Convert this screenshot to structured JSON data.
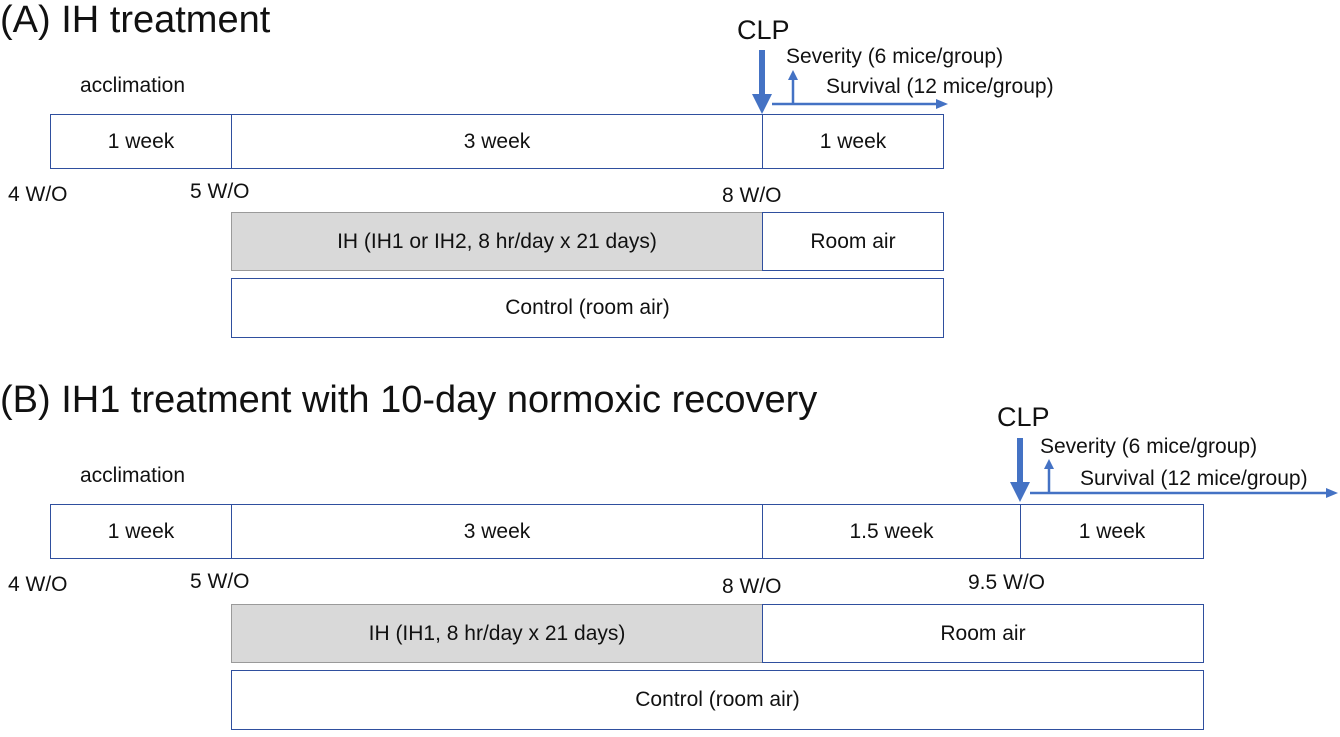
{
  "panel_a": {
    "title": "(A) IH treatment",
    "acclimation": "acclimation",
    "clp": "CLP",
    "severity": "Severity (6 mice/group)",
    "survival": "Survival (12 mice/group)",
    "timeline": [
      "1 week",
      "3 week",
      "1 week"
    ],
    "ticks": [
      "4 W/O",
      "5 W/O",
      "8 W/O"
    ],
    "ih_box": "IH (IH1 or IH2, 8 hr/day x 21 days)",
    "room_air": "Room air",
    "control": "Control (room air)"
  },
  "panel_b": {
    "title": "(B) IH1 treatment with 10-day normoxic recovery",
    "acclimation": "acclimation",
    "clp": "CLP",
    "severity": "Severity (6 mice/group)",
    "survival": "Survival (12 mice/group)",
    "timeline": [
      "1 week",
      "3 week",
      "1.5 week",
      "1 week"
    ],
    "ticks": [
      "4 W/O",
      "5 W/O",
      "8 W/O",
      "9.5 W/O"
    ],
    "ih_box": "IH (IH1, 8 hr/day x 21 days)",
    "room_air": "Room air",
    "control": "Control (room air)"
  },
  "colors": {
    "arrow": "#4472c4",
    "box_border": "#2f4f9e",
    "ih_fill": "#d9d9d9"
  }
}
